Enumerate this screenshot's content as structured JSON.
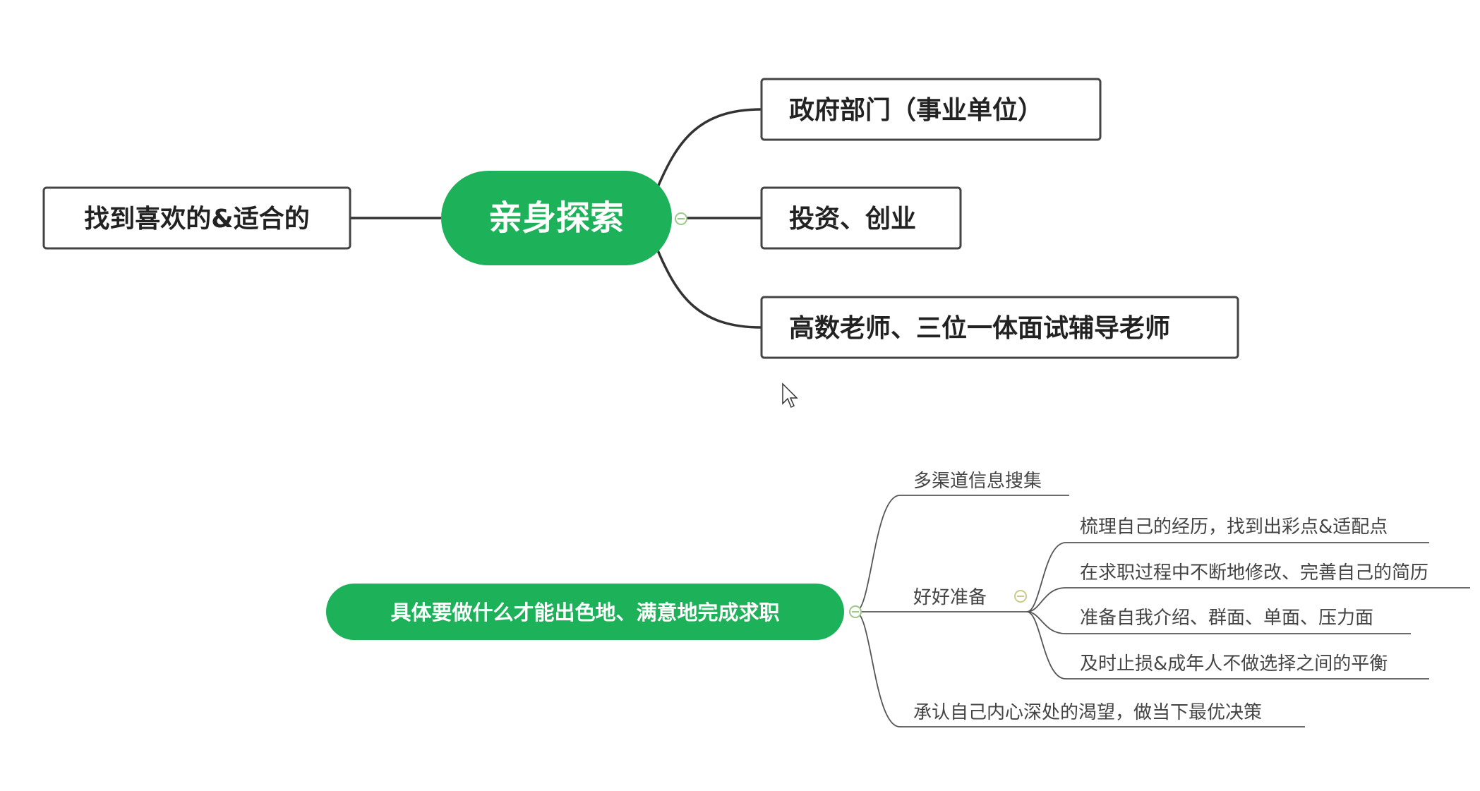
{
  "colors": {
    "accent": "#1db15a",
    "line": "#333333"
  },
  "map1": {
    "center": "亲身探索",
    "left": "找到喜欢的&适合的",
    "right": [
      "政府部门（事业单位）",
      "投资、创业",
      "高数老师、三位一体面试辅导老师"
    ]
  },
  "map2": {
    "center": "具体要做什么才能出色地、满意地完成求职",
    "branches": [
      {
        "label": "多渠道信息搜集"
      },
      {
        "label": "好好准备",
        "children": [
          "梳理自己的经历，找到出彩点&适配点",
          "在求职过程中不断地修改、完善自己的简历",
          "准备自我介绍、群面、单面、压力面",
          "及时止损&成年人不做选择之间的平衡"
        ]
      },
      {
        "label": "承认自己内心深处的渴望，做当下最优决策"
      }
    ]
  }
}
